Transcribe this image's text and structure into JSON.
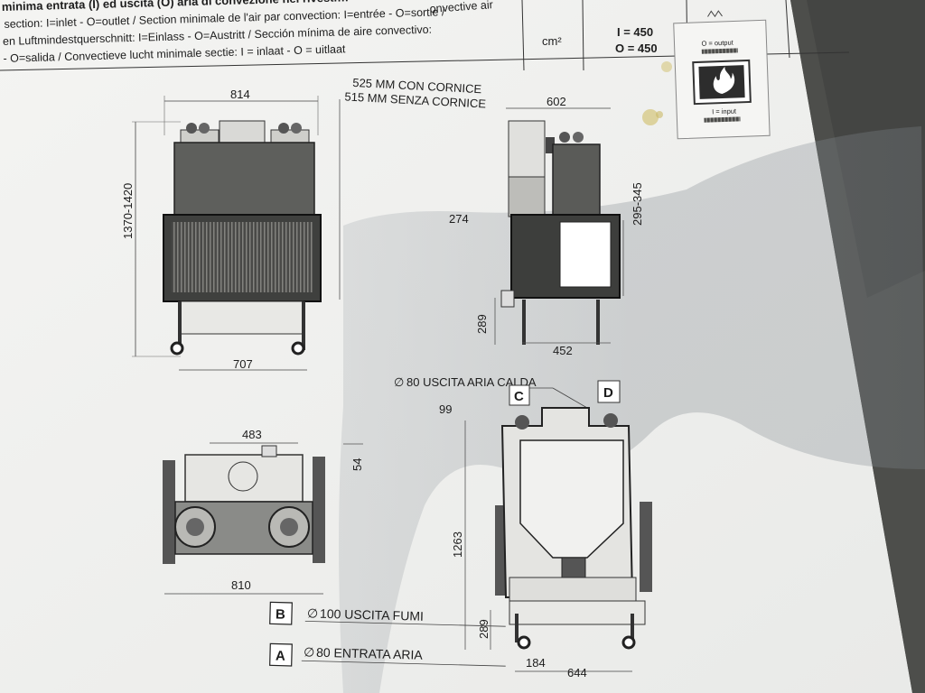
{
  "header": {
    "line1": "minima entrata (I) ed uscita (O) aria di convezione nel rivesti…",
    "line1_right": "onvective air",
    "line2": "section: I=inlet - O=outlet / Section minimale de l'air par convection: I=entrée - O=sortie /",
    "line3": "en Luftmindestquerschnitt: I=Einlass - O=Austritt / Sección mínima de aire convectivo:",
    "line4": "- O=salida / Convectieve lucht minimale sectie: I = inlaat - O = uitlaat",
    "unit": "cm²",
    "inlet_value": "I = 450",
    "outlet_value": "O = 450"
  },
  "icon_box": {
    "output_label": "O = output",
    "input_label": "I = input"
  },
  "front_view": {
    "width_top": "814",
    "height": "1370-1420",
    "width_bottom": "707"
  },
  "cornice_note": {
    "line1": "525 MM CON CORNICE",
    "line2": "515 MM SENZA CORNICE"
  },
  "side_view": {
    "width_top": "602",
    "left_dim": "274",
    "right_dim": "295-345",
    "leg_height": "289",
    "width_bottom": "452"
  },
  "top_view": {
    "width_top": "483",
    "right_dim": "54",
    "width_bottom": "810"
  },
  "plan_view": {
    "outlet_note": "80 USCITA ARIA CALDA",
    "label_c": "C",
    "label_d": "D",
    "top_dim": "99",
    "height": "1263",
    "leg_height": "289",
    "bottom_left": "184",
    "bottom_right": "644"
  },
  "legend": [
    {
      "letter": "B",
      "text": "100 USCITA FUMI"
    },
    {
      "letter": "A",
      "text": "80 ENTRATA ARIA"
    }
  ],
  "diameter_symbol": "∅"
}
